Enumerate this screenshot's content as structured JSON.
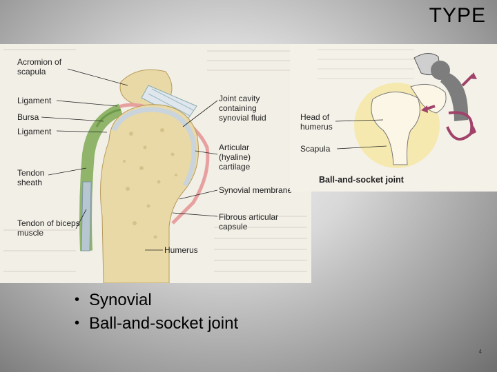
{
  "slide": {
    "title": "TYPE",
    "page_number": "4"
  },
  "left_figure": {
    "labels": {
      "acromion": "Acromion of scapula",
      "ligament_top": "Ligament",
      "bursa": "Bursa",
      "ligament_bottom": "Ligament",
      "tendon_sheath": "Tendon sheath",
      "tendon_biceps": "Tendon of biceps muscle",
      "joint_cavity": "Joint cavity containing synovial fluid",
      "cartilage": "Articular (hyaline) cartilage",
      "synovial_membrane": "Synovial membrane",
      "capsule": "Fibrous articular capsule",
      "humerus": "Humerus"
    }
  },
  "right_figure": {
    "labels": {
      "head_of_humerus": "Head of humerus",
      "scapula": "Scapula",
      "caption": "Ball-and-socket joint"
    }
  },
  "bullets": [
    "Synovial",
    "Ball-and-socket joint"
  ],
  "colors": {
    "bone": "#e9d9a6",
    "tendon": "#8fb46a",
    "cartilage": "#c9d4dc",
    "capsule": "#e7a0a0",
    "sheath_tube": "#b7c7d2",
    "arrow": "#a0426a",
    "yellow_disc": "#f5e9b0",
    "joint_model": "#7d7d7d"
  }
}
